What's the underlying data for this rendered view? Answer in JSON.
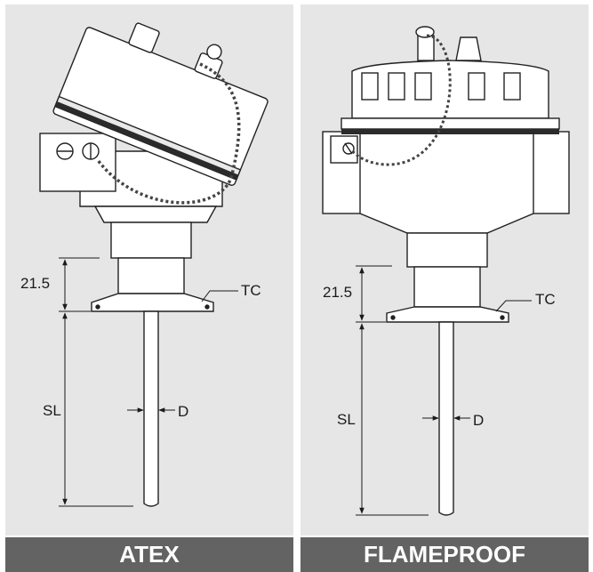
{
  "left": {
    "title": "ATEX",
    "dim_height": "21.5",
    "dim_length": "SL",
    "dim_diameter": "D",
    "connection_label": "TC"
  },
  "right": {
    "title": "FLAMEPROOF",
    "dim_height": "21.5",
    "dim_length": "SL",
    "dim_diameter": "D",
    "connection_label": "TC"
  }
}
